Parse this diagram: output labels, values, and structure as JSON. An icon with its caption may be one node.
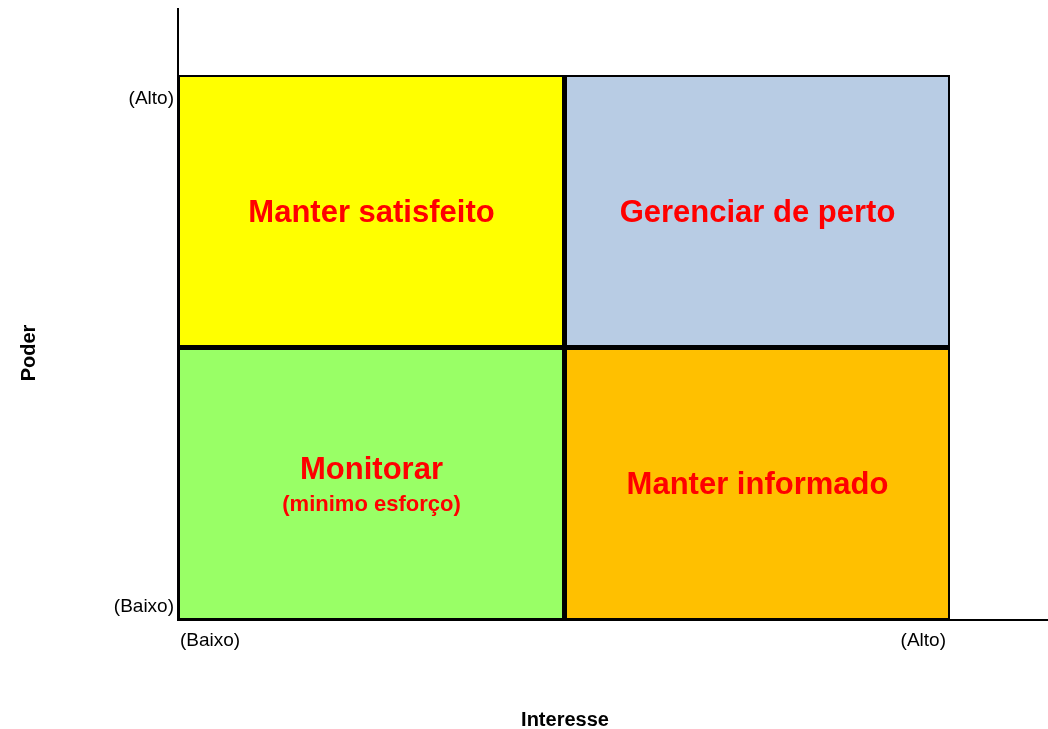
{
  "diagram": {
    "nodes": [
      {
        "text": [
          "Manter satisfeito"
        ]
      },
      {
        "text": [
          "Gerenciar de perto"
        ]
      },
      {
        "text": [
          "Monitorar",
          "(minimo esforço)"
        ]
      },
      {
        "text": [
          "Manter informado"
        ]
      }
    ],
    "labels": [
      "(Alto)",
      "Poder",
      "(Baixo)",
      "(Baixo)",
      "(Alto)",
      "Interesse"
    ]
  }
}
